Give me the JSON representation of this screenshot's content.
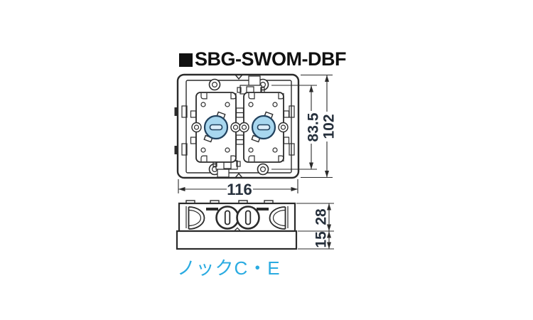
{
  "title": {
    "marker_icon": "black-square-bullet",
    "product_code": "SBG-SWOM-DBF"
  },
  "front_view": {
    "description": "front view of 2-gang flush switch box",
    "dim_mounting_pitch": "83.5",
    "dim_outer_height": "102",
    "dim_outer_width": "116"
  },
  "side_view": {
    "description": "side profile of switch box",
    "dim_body_depth": "28",
    "dim_lower_depth": "15"
  },
  "note": {
    "knockout_label": "ノックC・E"
  },
  "colors": {
    "line": "#2b2b2b",
    "knockout_fill": "#a8d7ef",
    "knockout_stroke": "#22425e",
    "knockout_slot_fill": "#ddeefa",
    "dimension_text": "#26303c",
    "note_text": "#2aabe1",
    "title_text": "#111111"
  }
}
